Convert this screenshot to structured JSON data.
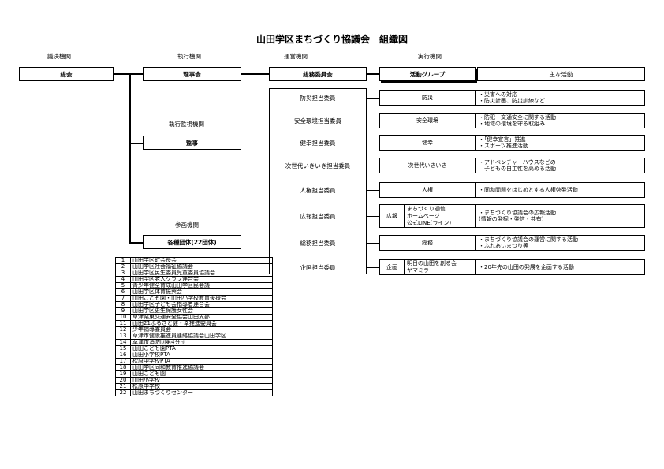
{
  "title": "山田学区まちづくり協議会　組織図",
  "headers": {
    "decision": "議決機関",
    "execution": "執行機関",
    "management": "運営機関",
    "implementation": "実行機関",
    "audit": "執行監視機関",
    "participation": "参画機関"
  },
  "boxes": {
    "general_assembly": "総会",
    "board": "理事会",
    "general_affairs_committee": "総務委員会",
    "activity_groups": "活動グループ",
    "main_activities": "主な活動",
    "auditor": "監事",
    "organizations": "各種団体(22団体)"
  },
  "committees": [
    {
      "member": "防災担当委員",
      "group": "防災",
      "activities": [
        "・災害への対応",
        "・防災計画、防災訓練など"
      ]
    },
    {
      "member": "安全環境担当委員",
      "group": "安全環境",
      "activities": [
        "・防犯　交通安全に関する活動",
        "・地域の環境を守る取組み"
      ]
    },
    {
      "member": "健幸担当委員",
      "group": "健幸",
      "activities": [
        "・「健幸宣言」推進",
        "・スポーツ推進活動"
      ]
    },
    {
      "member": "次世代いきいき担当委員",
      "group": "次世代いきいき",
      "activities": [
        "・アドベンチャーハウスなどの",
        "　子どもの自主性を高める活動"
      ]
    },
    {
      "member": "人権担当委員",
      "group": "人権",
      "activities": [
        "・同和問題をはじめとする人権啓発活動"
      ]
    },
    {
      "member": "広報担当委員",
      "group": "広報",
      "subitems": [
        "まちづくり通信",
        "ホームページ",
        "公式LINE(ライン)"
      ],
      "activities": [
        "・まちづくり協議会の広報活動",
        "(情報の発掘・発信・共有)"
      ]
    },
    {
      "member": "総務担当委員",
      "group": "総務",
      "activities": [
        "・まちづくり協議会の運営に関する活動",
        "・ふれあいまつり等"
      ]
    },
    {
      "member": "企画担当委員",
      "group": "企画",
      "subitems": [
        "明日の山田を創る会",
        "ヤマミラ"
      ],
      "activities": [
        "・20年先の山田の発展を企画する活動"
      ]
    }
  ],
  "organizations": [
    {
      "no": "1",
      "name": "山田学区町会長会"
    },
    {
      "no": "2",
      "name": "山田学区社会福祉協議会"
    },
    {
      "no": "3",
      "name": "山田学区民生委員児童委員協議会"
    },
    {
      "no": "4",
      "name": "山田学区老人クラブ連合会"
    },
    {
      "no": "5",
      "name": "青少年健全育成山田学区民会議"
    },
    {
      "no": "6",
      "name": "山田学区体育振興会"
    },
    {
      "no": "7",
      "name": "山田こども園・山田小学校教育後援会"
    },
    {
      "no": "8",
      "name": "山田学区子ども会指導者連合会"
    },
    {
      "no": "9",
      "name": "山田学区更生保護女性会"
    },
    {
      "no": "10",
      "name": "草津栗東交通安全協会山田支部"
    },
    {
      "no": "11",
      "name": "山田21ふるさと健・幸推進委員会"
    },
    {
      "no": "12",
      "name": "少年補導委員会"
    },
    {
      "no": "13",
      "name": "草津市健康推進員連絡協議会山田学区"
    },
    {
      "no": "14",
      "name": "草津市消防団第4分団"
    },
    {
      "no": "15",
      "name": "山田こども園PTA"
    },
    {
      "no": "16",
      "name": "山田小学校PTA"
    },
    {
      "no": "17",
      "name": "松原中学校PTA"
    },
    {
      "no": "18",
      "name": "山田学区同和教育推進協議会"
    },
    {
      "no": "19",
      "name": "山田こども園"
    },
    {
      "no": "20",
      "name": "山田小学校"
    },
    {
      "no": "21",
      "name": "松原中学校"
    },
    {
      "no": "22",
      "name": "山田まちづくりセンター"
    }
  ]
}
